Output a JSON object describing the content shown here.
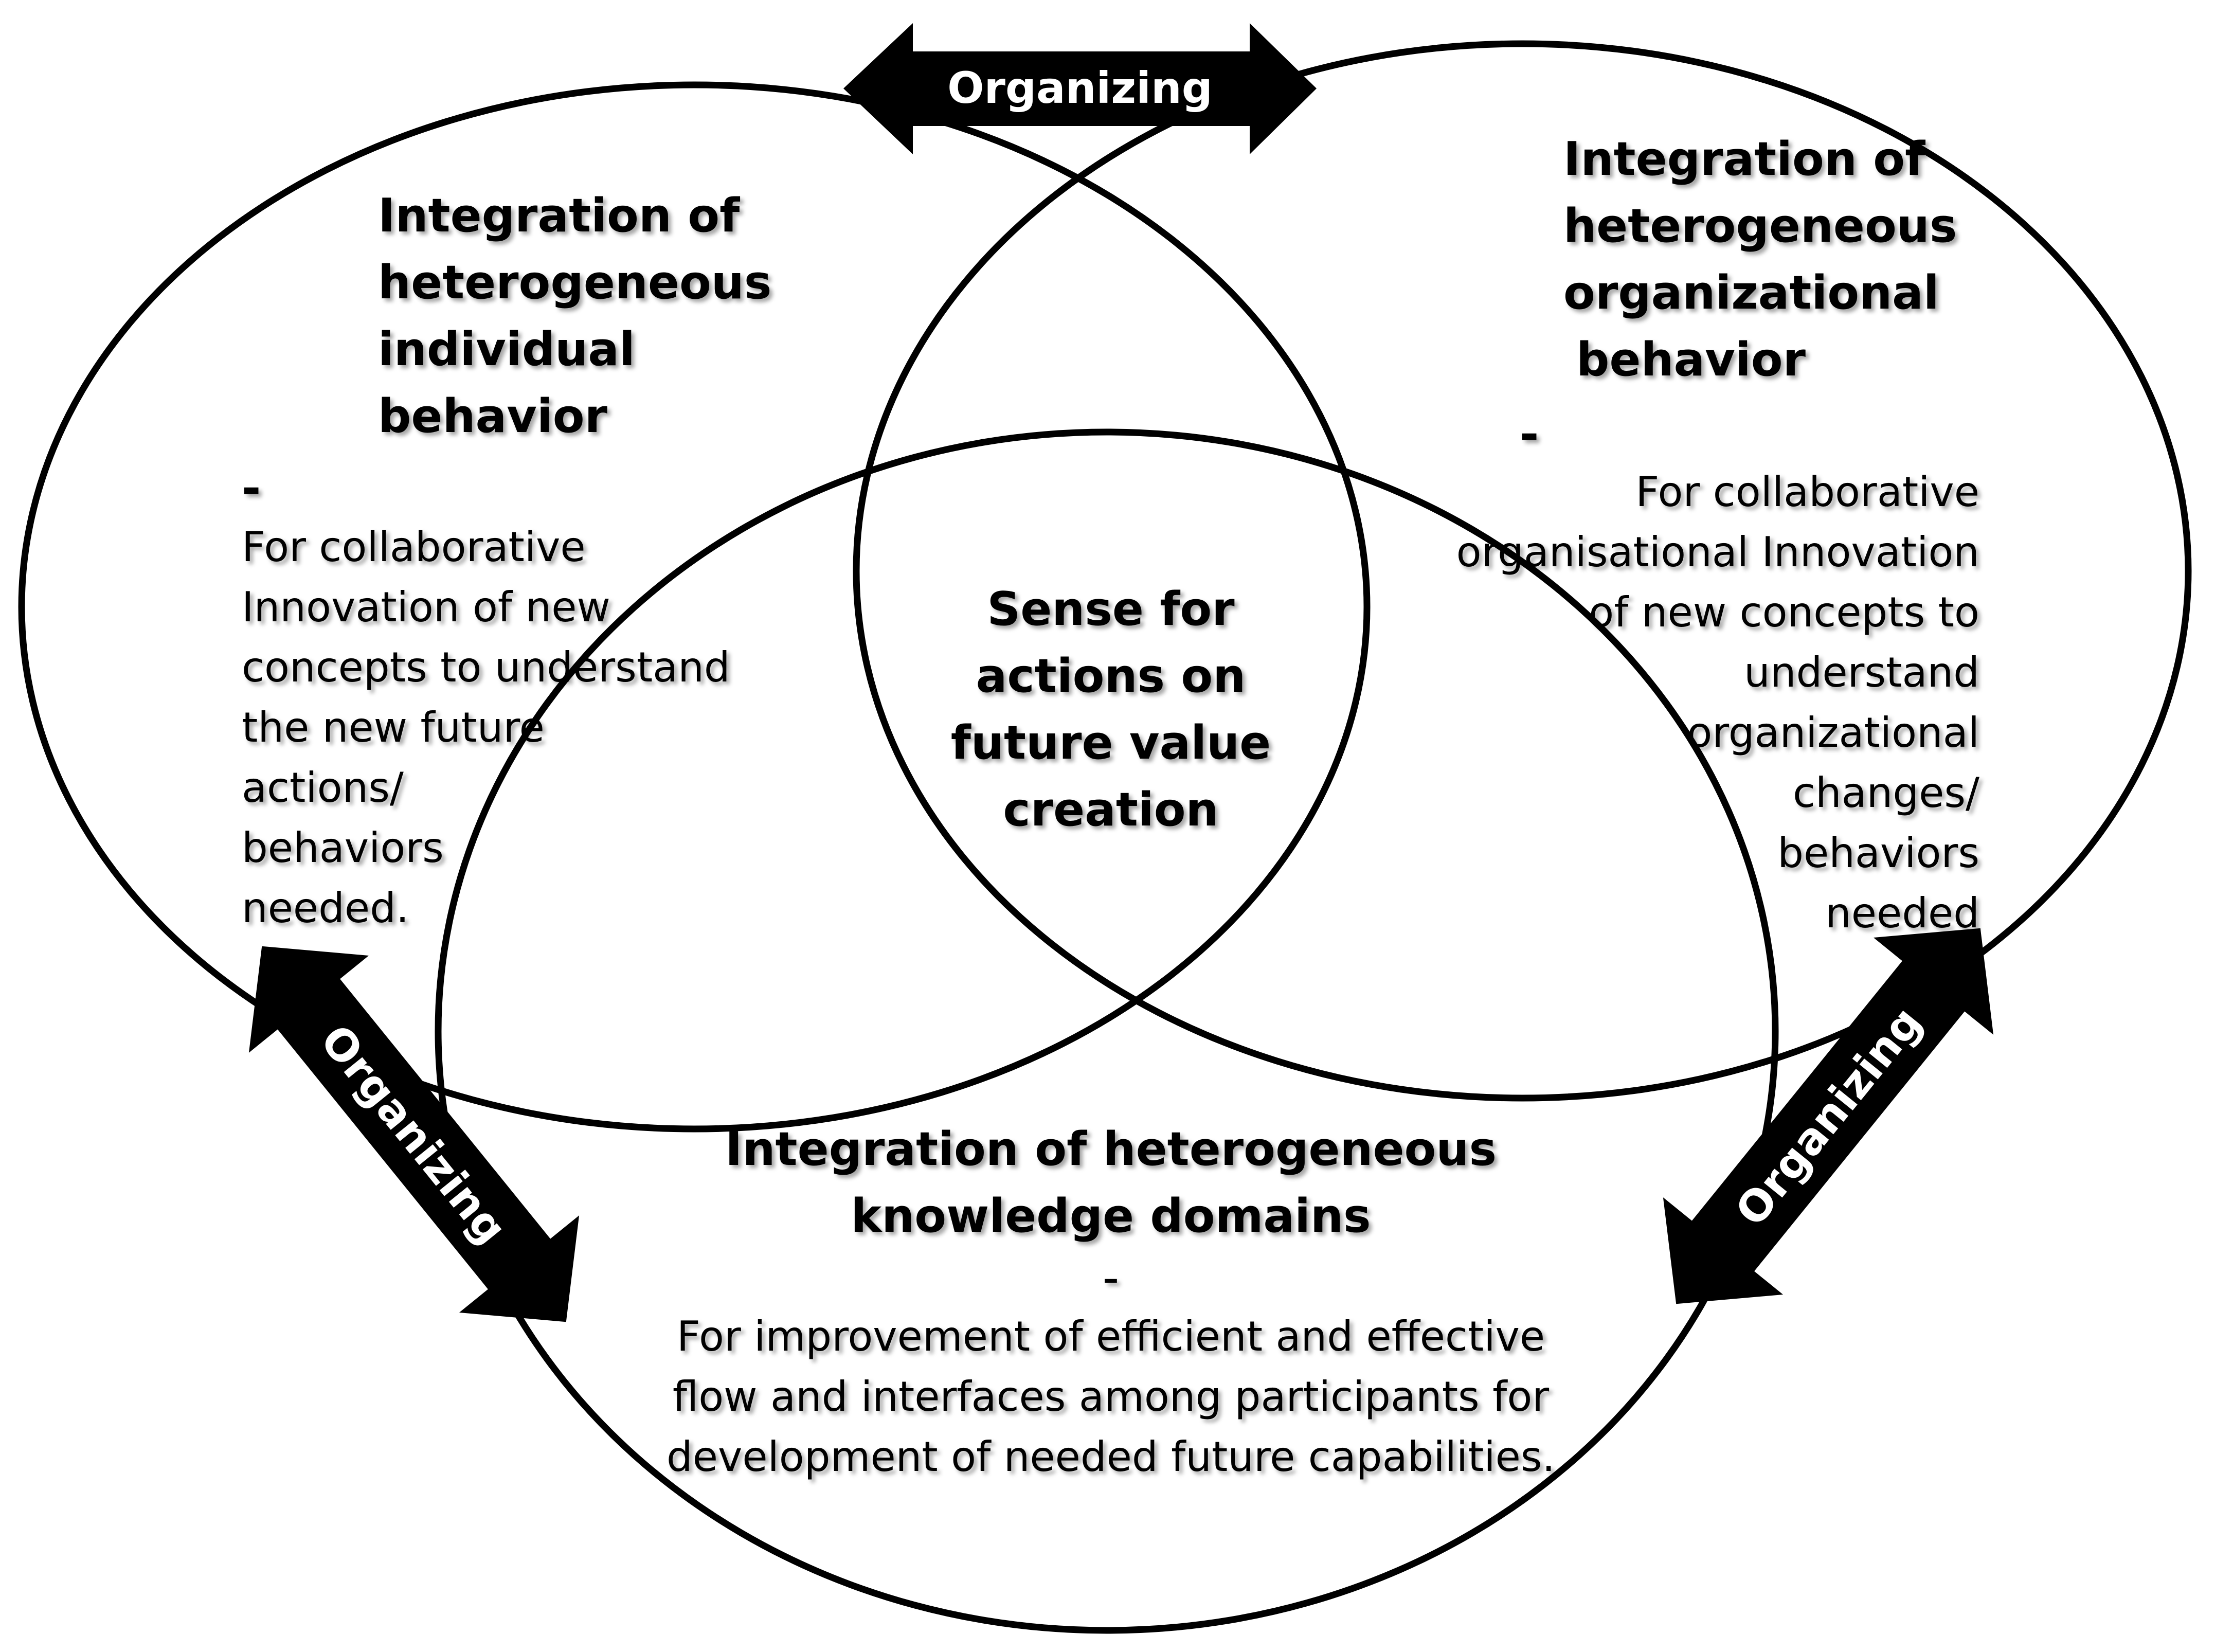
{
  "circles": {
    "individual": {
      "heading_lines": [
        "Integration of",
        "heterogeneous",
        "individual",
        "behavior"
      ],
      "dash": "-",
      "body_lines": [
        "For collaborative",
        "Innovation of new",
        "concepts to understand",
        "the new future",
        "actions/",
        "behaviors",
        "needed."
      ]
    },
    "organizational": {
      "heading_lines": [
        "Integration of",
        "heterogeneous",
        "organizational",
        "behavior"
      ],
      "dash": "-",
      "body_lines": [
        "For collaborative",
        "organisational Innovation",
        "of new concepts to",
        "understand",
        "organizational",
        "changes/",
        "behaviors",
        "needed"
      ]
    },
    "knowledge": {
      "heading_lines": [
        "Integration of heterogeneous",
        "knowledge domains"
      ],
      "dash": "-",
      "body_lines": [
        "For improvement of efficient and effective",
        "flow and interfaces among participants for",
        "development of needed future capabilities."
      ]
    }
  },
  "center": {
    "lines": [
      "Sense for",
      "actions on",
      "future value",
      "creation"
    ]
  },
  "arrows": {
    "top": "Organizing",
    "left": "Organizing",
    "right": "Organizing"
  },
  "colors": {
    "stroke": "#000000",
    "arrow_fill": "#000000",
    "arrow_text": "#ffffff",
    "background": "#ffffff"
  }
}
